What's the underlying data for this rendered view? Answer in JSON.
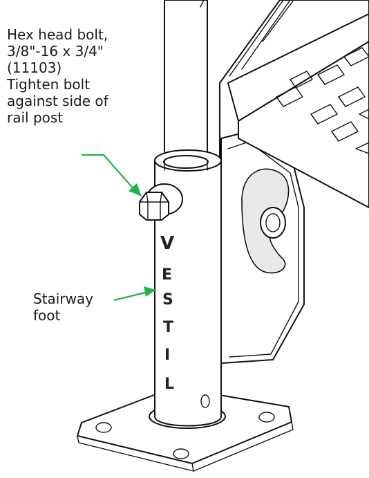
{
  "callouts": {
    "bolt": {
      "lines": [
        "Hex head bolt,",
        "3/8\"-16 x 3/4\"",
        "(11103)",
        "Tighten bolt",
        "against side of",
        "rail post"
      ]
    },
    "foot": {
      "lines": [
        "Stairway",
        "foot"
      ]
    }
  },
  "colors": {
    "leader": "#22b04a",
    "linework": "#111111"
  },
  "stamp": {
    "letters": [
      "V",
      "E",
      "S",
      "T",
      "I",
      "L"
    ]
  }
}
